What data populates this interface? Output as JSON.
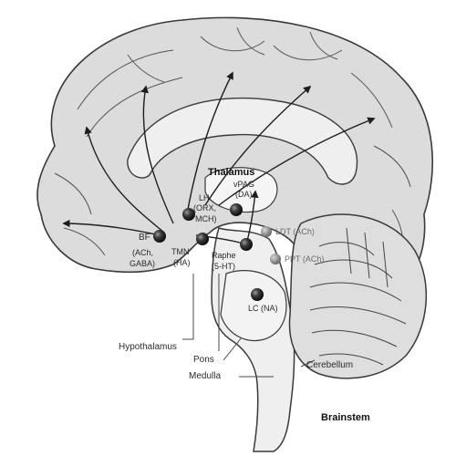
{
  "labels": {
    "thalamus": "Thalamus",
    "pag": "vPAG",
    "pag_nt": "(DA)",
    "lh": "LH",
    "lh_nt1": "(ORX,",
    "lh_nt2": "MCH)",
    "bf": "BF",
    "bf_nt1": "(ACh,",
    "bf_nt2": "GABA)",
    "tmn": "TMN",
    "tmn_nt": "(HA)",
    "raphe": "Raphe",
    "raphe_nt": "(5-HT)",
    "ldt": "LDT (ACh)",
    "ppt": "PPT (ACh)",
    "lc": "LC (NA)",
    "hypothalamus": "Hypothalamus",
    "pons": "Pons",
    "medulla": "Medulla",
    "cerebellum": "Cerebellum",
    "brainstem": "Brainstem"
  },
  "colors": {
    "outline": "#3a3a3a",
    "fill_cortex": "#dcdcdc",
    "fill_inner": "#efefef",
    "nucleus_dark": "#2a2a2a",
    "nucleus_gray": "#8a8a8a",
    "pathway": "#1e1e1e"
  }
}
